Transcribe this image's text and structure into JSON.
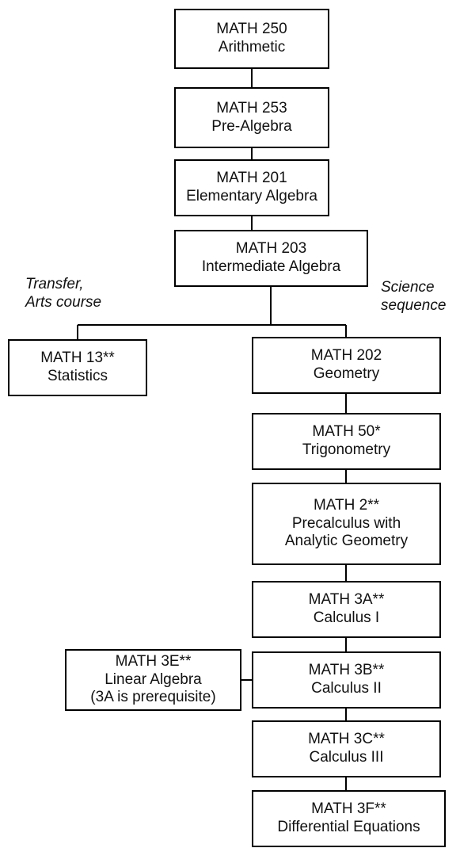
{
  "courses": {
    "math250": {
      "code": "MATH 250",
      "title": "Arithmetic"
    },
    "math253": {
      "code": "MATH 253",
      "title": "Pre-Algebra"
    },
    "math201": {
      "code": "MATH 201",
      "title": "Elementary Algebra"
    },
    "math203": {
      "code": "MATH 203",
      "title": "Intermediate Algebra"
    },
    "math13": {
      "code": "MATH 13**",
      "title": "Statistics"
    },
    "math202": {
      "code": "MATH 202",
      "title": "Geometry"
    },
    "math50": {
      "code": "MATH 50*",
      "title": "Trigonometry"
    },
    "math2": {
      "code": "MATH 2**",
      "title_line1": "Precalculus with",
      "title_line2": "Analytic Geometry"
    },
    "math3a": {
      "code": "MATH 3A**",
      "title": "Calculus I"
    },
    "math3e": {
      "code": "MATH 3E**",
      "title": "Linear Algebra",
      "note": "(3A is prerequisite)"
    },
    "math3b": {
      "code": "MATH 3B**",
      "title": "Calculus II"
    },
    "math3c": {
      "code": "MATH 3C**",
      "title": "Calculus III"
    },
    "math3f": {
      "code": "MATH 3F**",
      "title": "Differential Equations"
    }
  },
  "branches": {
    "transfer": {
      "line1": "Transfer,",
      "line2": "Arts course"
    },
    "science": {
      "line1": "Science",
      "line2": "sequence"
    }
  }
}
